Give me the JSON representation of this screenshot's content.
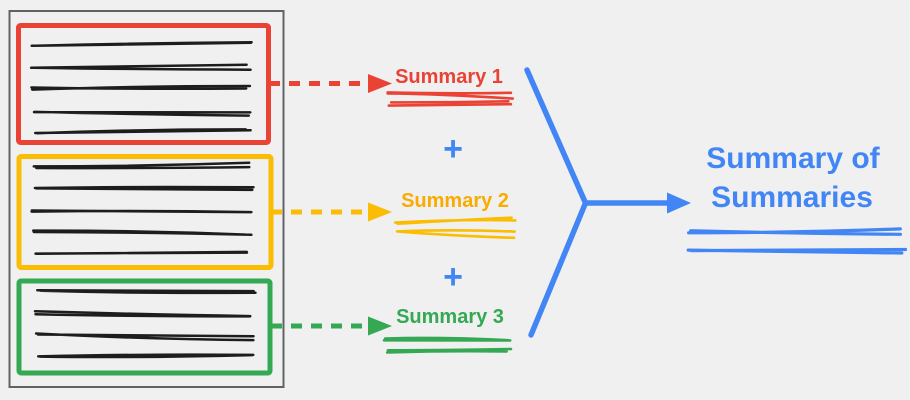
{
  "colors": {
    "background": "#f0f0f1",
    "panel_border": "#5f6368",
    "ink": "#1d1d1f",
    "red": "#ea4335",
    "yellow": "#fbbc04",
    "yellow_text": "#f9ab00",
    "green": "#34a853",
    "blue": "#4285f4"
  },
  "source_panel": {
    "documents": [
      {
        "name": "document-1",
        "accent": "red",
        "text_line_count": 5
      },
      {
        "name": "document-2",
        "accent": "yellow",
        "text_line_count": 5
      },
      {
        "name": "document-3",
        "accent": "green",
        "text_line_count": 4
      }
    ]
  },
  "map_step": {
    "plus_operator": "+",
    "summaries": [
      {
        "label": "Summary 1",
        "accent": "red",
        "underline_line_count": 2
      },
      {
        "label": "Summary 2",
        "accent": "yellow",
        "underline_line_count": 2
      },
      {
        "label": "Summary 3",
        "accent": "green",
        "underline_line_count": 2
      }
    ]
  },
  "reduce_step": {
    "label_line1": "Summary of",
    "label_line2": "Summaries",
    "accent": "blue",
    "underline_line_count": 2
  }
}
